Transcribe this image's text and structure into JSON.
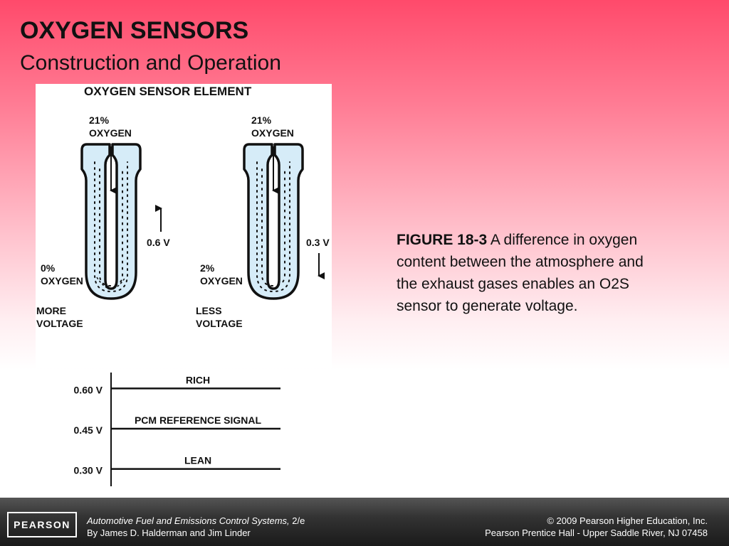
{
  "slide": {
    "title": "OXYGEN SENSORS",
    "subtitle": "Construction and Operation"
  },
  "figure": {
    "title": "OXYGEN SENSOR ELEMENT",
    "left_sensor": {
      "top_pct": "21%",
      "top_gas": "OXYGEN",
      "voltage": "0.6 V",
      "bottom_pct": "0%",
      "bottom_gas": "OXYGEN",
      "result_line1": "MORE",
      "result_line2": "VOLTAGE"
    },
    "right_sensor": {
      "top_pct": "21%",
      "top_gas": "OXYGEN",
      "voltage": "0.3 V",
      "bottom_pct": "2%",
      "bottom_gas": "OXYGEN",
      "result_line1": "LESS",
      "result_line2": "VOLTAGE"
    }
  },
  "chart_data": {
    "type": "diagram",
    "levels": [
      {
        "voltage": "0.60 V",
        "label": "RICH",
        "value": 0.6
      },
      {
        "voltage": "0.45 V",
        "label": "PCM REFERENCE SIGNAL",
        "value": 0.45
      },
      {
        "voltage": "0.30 V",
        "label": "LEAN",
        "value": 0.3
      }
    ]
  },
  "caption": {
    "figure_number": "FIGURE 18-3",
    "text": " A difference in oxygen content between the atmosphere and the exhaust gases enables an O2S sensor to generate voltage."
  },
  "footer": {
    "logo": "PEARSON",
    "book_title": "Automotive Fuel and Emissions Control Systems,",
    "edition": " 2/e",
    "authors": "By James D. Halderman and Jim Linder",
    "copyright": "© 2009 Pearson Higher Education, Inc.",
    "publisher": "Pearson Prentice Hall - Upper Saddle River, NJ 07458"
  },
  "colors": {
    "sensor_fill": "#d6ecf8",
    "stroke": "#111111"
  }
}
